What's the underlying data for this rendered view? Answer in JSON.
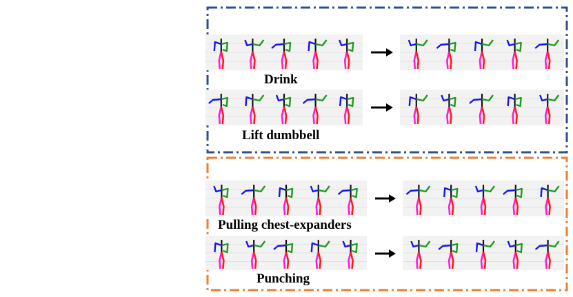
{
  "groups": [
    {
      "border_color": "#2e4f8f",
      "rows": [
        {
          "caption": "Drink",
          "arm_color_left": "#1414e6",
          "arm_color_right": "#1e9b1e",
          "leg_color_left": "#ff1ad9",
          "leg_color_right": "#ff1a1a"
        },
        {
          "caption": "Lift dumbbell",
          "arm_color_left": "#1414e6",
          "arm_color_right": "#1e9b1e",
          "leg_color_left": "#ff1ad9",
          "leg_color_right": "#ff1a1a"
        }
      ]
    },
    {
      "border_color": "#ed7d31",
      "rows": [
        {
          "caption": "Pulling chest-expanders",
          "arm_color_left": "#1414e6",
          "arm_color_right": "#1e9b1e",
          "leg_color_left": "#ff1ad9",
          "leg_color_right": "#ff1a1a"
        },
        {
          "caption": "Punching",
          "arm_color_left": "#1414e6",
          "arm_color_right": "#1e9b1e",
          "leg_color_left": "#ff1ad9",
          "leg_color_right": "#ff1a1a"
        }
      ]
    }
  ]
}
